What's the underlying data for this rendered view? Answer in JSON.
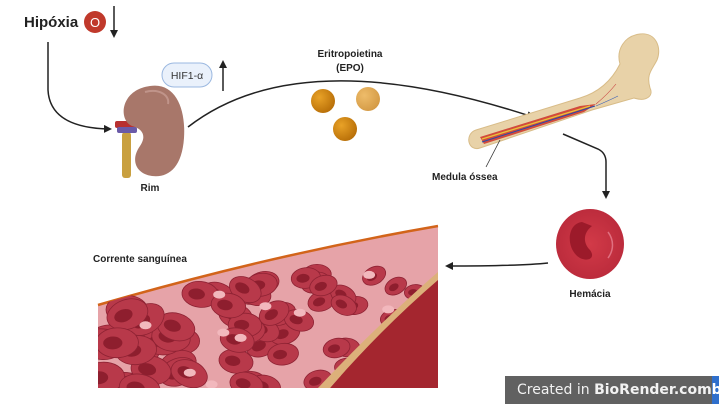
{
  "labels": {
    "hypoxia": "Hipóxia",
    "oxygen_symbol": "O",
    "hif": "HIF1-α",
    "kidney": "Rim",
    "epo_line1": "Eritropoietina",
    "epo_line2": "(EPO)",
    "bone_marrow": "Medula óssea",
    "red_blood_cell": "Hemácia",
    "bloodstream": "Corrente sanguínea"
  },
  "badge": {
    "prefix": "Created in ",
    "brand": "BioRender.com",
    "logo": "bio"
  },
  "colors": {
    "oxygen": "#c0392b",
    "epo_dark": "#d08410",
    "epo_light": "#e3aa55",
    "rbc": "#c8323f",
    "kidney": "#a8776a",
    "bone": "#e8d2a8",
    "hif_fill": "#eaf1fb",
    "hif_border": "#9bb8e0"
  }
}
